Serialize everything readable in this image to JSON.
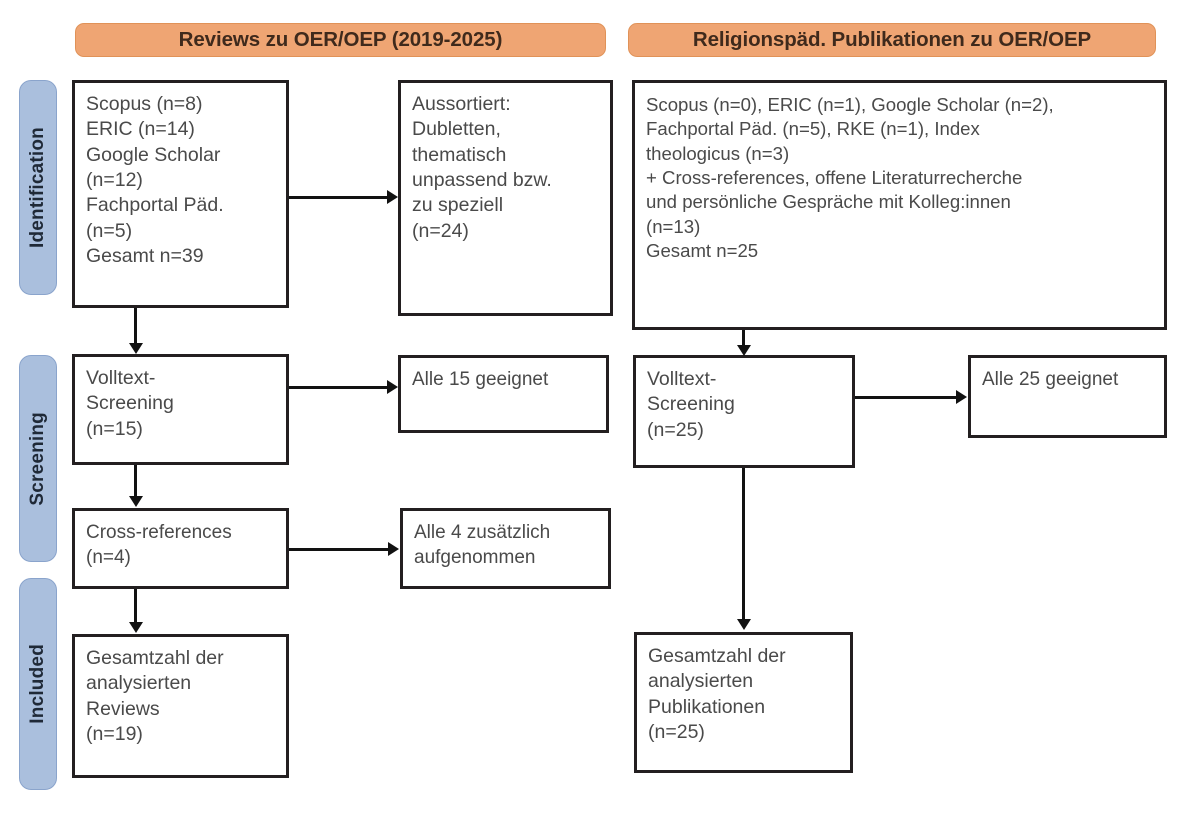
{
  "diagram": {
    "type": "prisma-flow-diagram",
    "columns": [
      {
        "id": "reviews",
        "header": "Reviews zu OER/OEP (2019-2025)"
      },
      {
        "id": "religionspaed",
        "header": "Religionspäd. Publikationen zu OER/OEP"
      }
    ],
    "stages": [
      {
        "id": "identification",
        "label": "Identification"
      },
      {
        "id": "screening",
        "label": "Screening"
      },
      {
        "id": "included",
        "label": "Included"
      }
    ],
    "colors": {
      "header_fill": "#efa573",
      "header_border": "#e09258",
      "header_text": "#3f2a1c",
      "rail_fill": "#aabfdd",
      "rail_border": "#8aa4cc",
      "rail_text": "#1f2937",
      "node_border": "#231f20",
      "node_fill": "#ffffff",
      "node_text": "#4a4a4a",
      "connector": "#121212"
    },
    "nodes": {
      "left_identification_sources": "Scopus (n=8)\nERIC (n=14)\nGoogle Scholar\n(n=12)\nFachportal Päd.\n(n=5)\nGesamt n=39",
      "left_excluded": "Aussortiert:\nDubletten,\nthematisch\nunpassend bzw.\nzu speziell\n(n=24)",
      "left_fulltext_screening": "Volltext-\nScreening\n(n=15)",
      "left_all_eligible": "Alle 15 geeignet",
      "left_cross_references": "Cross-references\n(n=4)",
      "left_all_added": "Alle 4 zusätzlich\naufgenommen",
      "left_included_total": "Gesamtzahl der\nanalysierten\nReviews\n(n=19)",
      "right_identification_sources": "Scopus (n=0), ERIC (n=1), Google Scholar (n=2),\nFachportal Päd. (n=5), RKE (n=1), Index\ntheologicus (n=3)\n+ Cross-references, offene Literaturrecherche\nund persönliche Gespräche mit Kolleg:innen\n(n=13)\nGesamt n=25",
      "right_fulltext_screening": "Volltext-\nScreening\n(n=25)",
      "right_all_eligible": "Alle 25 geeignet",
      "right_included_total": "Gesamtzahl der\nanalysierten\nPublikationen\n(n=25)"
    },
    "counts": {
      "left_scopus": 8,
      "left_eric": 14,
      "left_google_scholar": 12,
      "left_fachportal": 5,
      "left_total_identified": 39,
      "left_excluded": 24,
      "left_fulltext_screened": 15,
      "left_eligible": 15,
      "left_cross_references": 4,
      "left_added": 4,
      "left_included": 19,
      "right_scopus": 0,
      "right_eric": 1,
      "right_google_scholar": 2,
      "right_fachportal": 5,
      "right_rke": 1,
      "right_index_theologicus": 3,
      "right_other_sources": 13,
      "right_total_identified": 25,
      "right_fulltext_screened": 25,
      "right_eligible": 25,
      "right_included": 25
    }
  }
}
